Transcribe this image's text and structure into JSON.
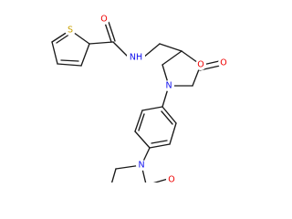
{
  "molecule": {
    "atoms": [
      {
        "id": "thiophene-sulfur",
        "symbol": "S",
        "color": "#c8a000"
      },
      {
        "id": "amide-oxygen",
        "symbol": "O",
        "color": "#ee0000"
      },
      {
        "id": "amide-nitrogen",
        "symbol": "NH",
        "color": "#1010ee"
      },
      {
        "id": "oxazolidinone-ring-oxygen",
        "symbol": "O",
        "color": "#ee0000"
      },
      {
        "id": "oxazolidinone-carbonyl-oxygen",
        "symbol": "O",
        "color": "#ee0000"
      },
      {
        "id": "oxazolidinone-nitrogen",
        "symbol": "N",
        "color": "#1010ee"
      },
      {
        "id": "pyrrolidinone-nitrogen",
        "symbol": "N",
        "color": "#1010ee"
      },
      {
        "id": "pyrrolidinone-carbonyl-oxygen",
        "symbol": "O",
        "color": "#ee0000"
      }
    ]
  }
}
